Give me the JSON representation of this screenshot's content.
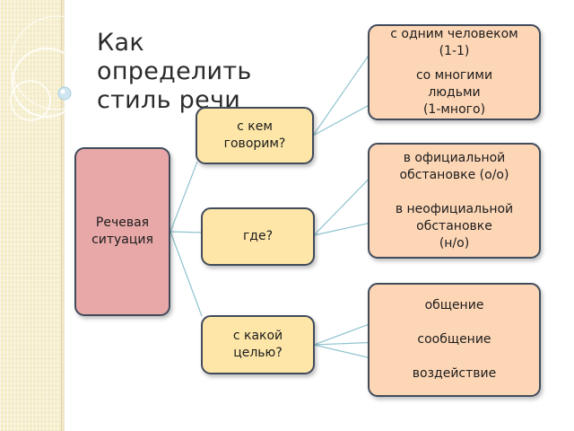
{
  "slide": {
    "title_lines": [
      "Как",
      "определить",
      "стиль речи"
    ]
  },
  "root": {
    "lines": [
      "Речевая",
      "ситуация"
    ]
  },
  "questions": [
    {
      "lines": [
        "с кем",
        "говорим?"
      ]
    },
    {
      "lines": [
        "где?"
      ]
    },
    {
      "lines": [
        "с какой",
        "целью?"
      ]
    }
  ],
  "answers": [
    {
      "groups": [
        [
          "с одним человеком",
          "(1-1)"
        ],
        [
          "со многими",
          "людьми",
          "(1-много)"
        ]
      ]
    },
    {
      "groups": [
        [
          "в официальной",
          "обстановке (о/о)"
        ],
        [
          "в неофициальной",
          "обстановке",
          "(н/о)"
        ]
      ]
    },
    {
      "groups": [
        [
          "общение"
        ],
        [
          "сообщение"
        ],
        [
          "воздействие"
        ]
      ]
    }
  ],
  "colors": {
    "question_fill": "#fde6a8",
    "answer_fill": "#fdd6b6",
    "root_fill": "#e8a8a8",
    "border": "#414b5c",
    "connector": "#8fc3cf"
  }
}
